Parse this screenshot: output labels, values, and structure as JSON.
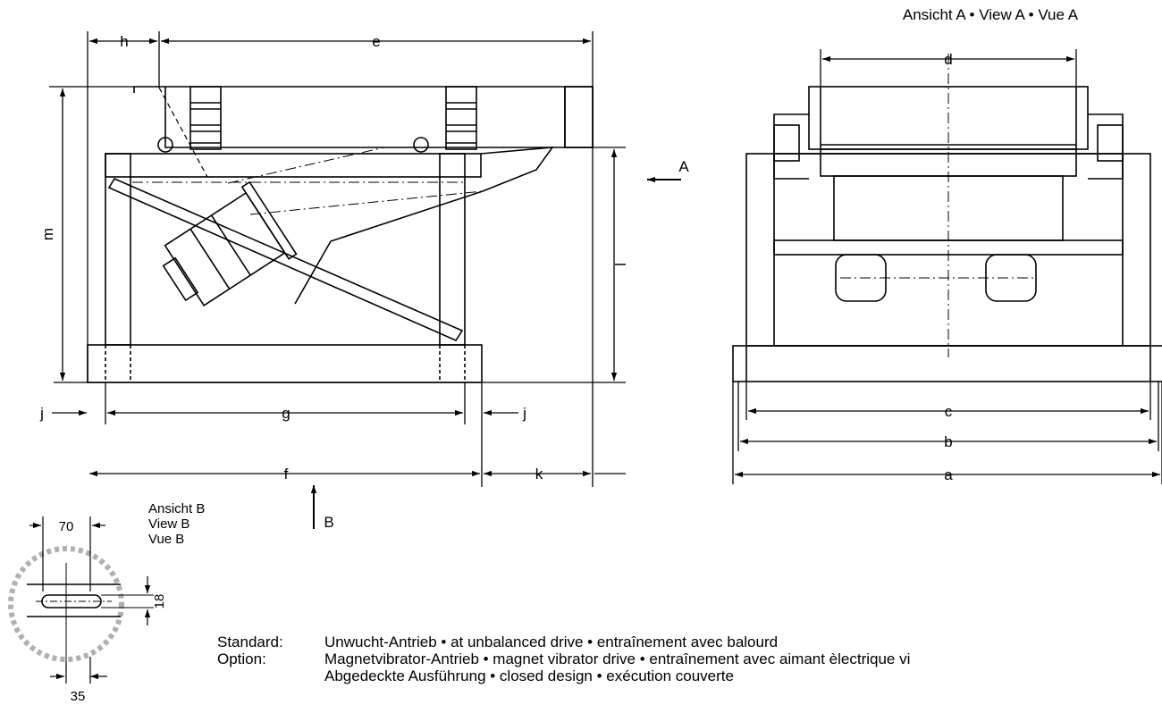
{
  "dimensions": {
    "main": [
      "h",
      "e",
      "m",
      "l",
      "g",
      "f",
      "k"
    ],
    "j_left": "j",
    "j_right": "j",
    "view_a": [
      "d",
      "c",
      "b",
      "a"
    ],
    "view_b": [
      "70",
      "18",
      "35"
    ]
  },
  "views": {
    "arrow_a": "A",
    "arrow_b": "B",
    "view_a_title": "Ansicht A • View A • Vue A",
    "view_b_title": [
      "Ansicht B",
      "View B",
      "Vue B"
    ]
  },
  "legend": {
    "standard_label": "Standard:",
    "standard_text": "Unwucht-Antrieb • at unbalanced drive • entraînement avec balourd",
    "option_label": "Option:",
    "option_lines": [
      "Magnetvibrator-Antrieb • magnet vibrator drive • entraînement avec aimant èlectrique vi",
      "Abgedeckte Ausführung • closed design • exécution couverte"
    ]
  }
}
